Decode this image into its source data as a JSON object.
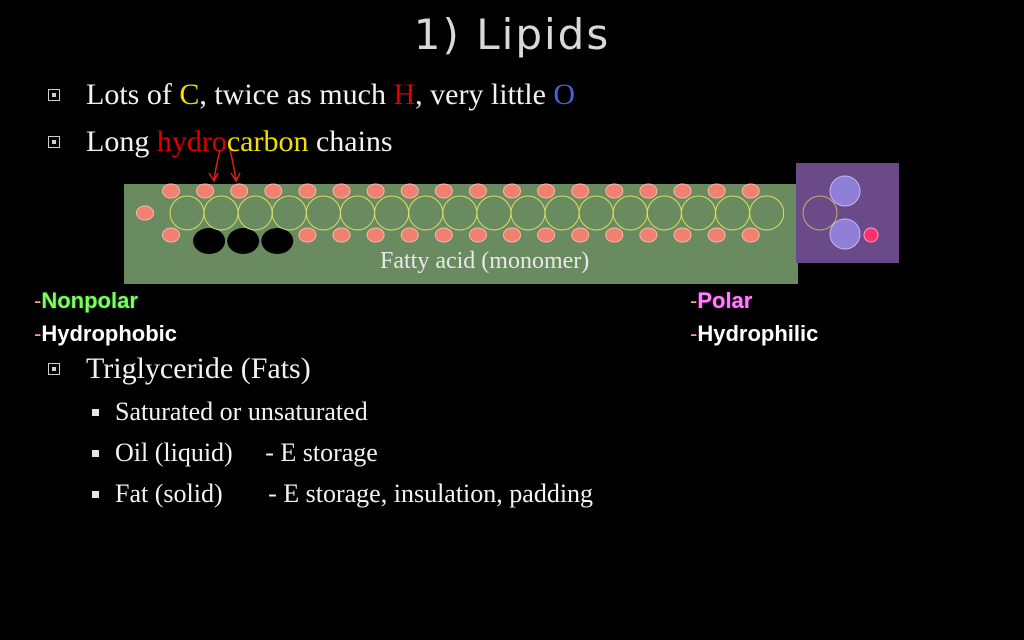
{
  "title": "1) Lipids",
  "bullets": [
    {
      "parts": [
        "Lots of ",
        "C",
        ", twice as much ",
        "H",
        ", very little ",
        "O"
      ]
    },
    {
      "parts": [
        "Long ",
        "hydro",
        "carbon",
        " chains"
      ]
    }
  ],
  "diagram": {
    "caption": "Fatty acid (monomer)",
    "colors": {
      "chain_band": "#6a8a5f",
      "head_box": "#6a4a88",
      "carbon_ring": "#d8e060",
      "hydrogen": "#f08070",
      "black_atom": "#000000",
      "head_circle": "#8f7fd6",
      "head_small": "#ff3070",
      "arrow": "#e02010"
    },
    "carbon_count": 18,
    "black_atom_count": 3
  },
  "left_labels": {
    "line1": "Nonpolar",
    "line2": "Hydrophobic",
    "dash": "-"
  },
  "right_labels": {
    "line1": "Polar",
    "line2": "Hydrophilic",
    "dash": "-"
  },
  "triglyceride": {
    "heading": "Triglyceride (Fats)",
    "items": [
      "Saturated or unsaturated",
      "Oil (liquid)     - E storage",
      "Fat (solid)       - E storage, insulation, padding"
    ]
  }
}
